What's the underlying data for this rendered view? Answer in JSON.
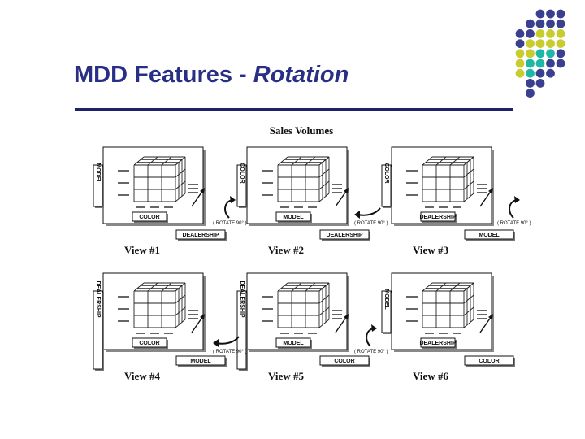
{
  "slide": {
    "title_main": "MDD Features - ",
    "title_em": "Rotation"
  },
  "colors": {
    "title": "#2a2f86",
    "dot_navy": "#3a3f8f",
    "dot_yellow": "#c8cc2f",
    "dot_teal": "#1fb8a7"
  },
  "diagram": {
    "heading": "Sales Volumes",
    "rotate_label": "( ROTATE 90° )",
    "views": [
      {
        "caption": "View #1",
        "vertical": "MODEL",
        "bottom": "COLOR",
        "depth": "DEALERSHIP"
      },
      {
        "caption": "View #2",
        "vertical": "COLOR",
        "bottom": "MODEL",
        "depth": "DEALERSHIP"
      },
      {
        "caption": "View #3",
        "vertical": "COLOR",
        "bottom": "DEALERSHIP",
        "depth": "MODEL"
      },
      {
        "caption": "View #4",
        "vertical": "DEALERSHIP",
        "bottom": "COLOR",
        "depth": "MODEL"
      },
      {
        "caption": "View #5",
        "vertical": "DEALERSHIP",
        "bottom": "MODEL",
        "depth": "COLOR"
      },
      {
        "caption": "View #6",
        "vertical": "MODEL",
        "bottom": "DEALERSHIP",
        "depth": "COLOR"
      }
    ]
  }
}
